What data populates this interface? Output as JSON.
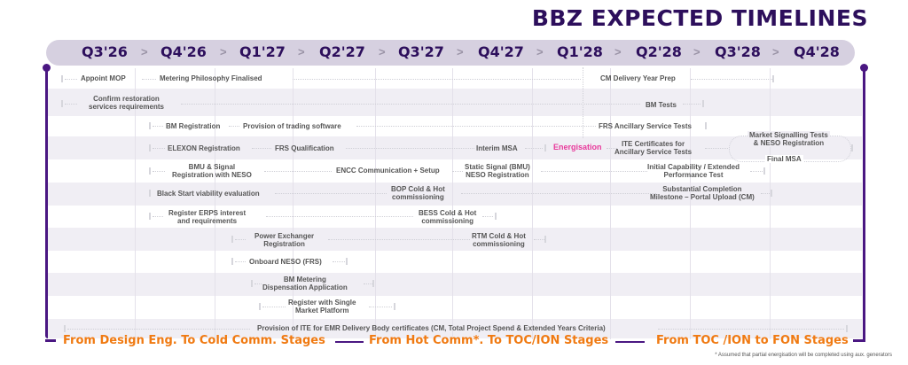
{
  "title": "BBZ EXPECTED TIMELINES",
  "quarters": [
    "Q3'26",
    "Q4'26",
    "Q1'27",
    "Q2'27",
    "Q3'27",
    "Q4'27",
    "Q1'28",
    "Q2'28",
    "Q3'28",
    "Q4'28"
  ],
  "tasks": {
    "appoint_mop": "Appoint MOP",
    "metering_philosophy": "Metering Philosophy Finalised",
    "cm_delivery": "CM Delivery Year Prep",
    "confirm_restoration_1": "Confirm restoration",
    "confirm_restoration_2": "services requirements",
    "bm_tests": "BM Tests",
    "bm_registration": "BM Registration",
    "trading_software": "Provision of trading software",
    "frs_ancillary": "FRS Ancillary Service Tests",
    "elexon": "ELEXON Registration",
    "frs_qualification": "FRS Qualification",
    "interim_msa": "Interim MSA",
    "energisation": "Energisation",
    "ite_cert_1": "ITE Certificates for",
    "ite_cert_2": "Ancillary Service Tests",
    "market_signalling_1": "Market Signalling Tests",
    "market_signalling_2": "& NESO Registration",
    "final_msa": "Final MSA",
    "bmu_signal_1": "BMU & Signal",
    "bmu_signal_2": "Registration with NESO",
    "encc": "ENCC Communication + Setup",
    "static_signal_1": "Static Signal (BMU)",
    "static_signal_2": "NESO Registration",
    "initial_capability_1": "Initial Capability / Extended",
    "initial_capability_2": "Performance Test",
    "black_start": "Black Start viability evaluation",
    "bop_1": "BOP Cold & Hot",
    "bop_2": "commissioning",
    "substantial_1": "Substantial Completion",
    "substantial_2": "Milestone – Portal Upload (CM)",
    "erps_1": "Register ERPS interest",
    "erps_2": "and requirements",
    "bess_1": "BESS Cold & Hot",
    "bess_2": "commissioning",
    "power_exchanger_1": "Power Exchanger",
    "power_exchanger_2": "Registration",
    "rtm_1": "RTM Cold & Hot",
    "rtm_2": "commissioning",
    "onboard_neso": "Onboard NESO (FRS)",
    "bm_metering_1": "BM Metering",
    "bm_metering_2": "Dispensation Application",
    "single_market_1": "Register with Single",
    "single_market_2": "Market Platform",
    "provision_ite": "Provision of ITE for EMR Delivery Body certificates (CM, Total Project Spend & Extended Years Criteria)"
  },
  "stages": [
    "From Design Eng. To Cold Comm. Stages",
    "From Hot Comm*. To TOC/ION Stages",
    "From TOC /ION to FON Stages"
  ],
  "footnote": "* Assumed that partial energisation will be completed using aux. generators",
  "colors": {
    "primary": "#2d0f5c",
    "rail": "#4a1782",
    "accent": "#f07a12",
    "highlight": "#e8399b",
    "band": "#d6d0e0"
  },
  "chart_data": {
    "type": "table",
    "title": "BBZ EXPECTED TIMELINES",
    "columns": [
      "Q3'26",
      "Q4'26",
      "Q1'27",
      "Q2'27",
      "Q3'27",
      "Q4'27",
      "Q1'28",
      "Q2'28",
      "Q3'28",
      "Q4'28"
    ],
    "rows": [
      {
        "tasks": [
          "Appoint MOP",
          "Metering Philosophy Finalised",
          "CM Delivery Year Prep"
        ],
        "start": "Q3'26",
        "end": "Q3'28"
      },
      {
        "tasks": [
          "Confirm restoration services requirements",
          "BM Tests"
        ],
        "start": "Q3'26",
        "end": "Q3'28"
      },
      {
        "tasks": [
          "BM Registration",
          "Provision of trading software",
          "FRS Ancillary Service Tests"
        ],
        "start": "Q4'26",
        "end": "Q2'28"
      },
      {
        "tasks": [
          "ELEXON Registration",
          "FRS Qualification",
          "Interim MSA",
          "Energisation",
          "ITE Certificates for Ancillary Service Tests",
          "Market Signalling Tests & NESO Registration",
          "Final MSA"
        ],
        "start": "Q4'26",
        "end": "Q4'28"
      },
      {
        "tasks": [
          "BMU & Signal Registration with NESO",
          "ENCC Communication + Setup",
          "Static Signal (BMU) NESO Registration",
          "Initial Capability / Extended Performance Test"
        ],
        "start": "Q4'26",
        "end": "Q3'28"
      },
      {
        "tasks": [
          "Black Start viability evaluation",
          "BOP Cold & Hot commissioning",
          "Substantial Completion Milestone – Portal Upload (CM)"
        ],
        "start": "Q4'26",
        "end": "Q3'28"
      },
      {
        "tasks": [
          "Register ERPS interest and requirements",
          "BESS Cold & Hot commissioning"
        ],
        "start": "Q4'26",
        "end": "Q3'27"
      },
      {
        "tasks": [
          "Power Exchanger Registration",
          "RTM Cold & Hot commissioning"
        ],
        "start": "Q1'27",
        "end": "Q4'27"
      },
      {
        "tasks": [
          "Onboard NESO (FRS)"
        ],
        "start": "Q1'27",
        "end": "Q2'27"
      },
      {
        "tasks": [
          "BM Metering Dispensation Application"
        ],
        "start": "Q1'27",
        "end": "Q2'27"
      },
      {
        "tasks": [
          "Register with Single Market Platform"
        ],
        "start": "Q1'27",
        "end": "Q2'27"
      },
      {
        "tasks": [
          "Provision of ITE for EMR Delivery Body certificates (CM, Total Project Spend & Extended Years Criteria)"
        ],
        "start": "Q3'26",
        "end": "Q4'28"
      }
    ],
    "stages": [
      "From Design Eng. To Cold Comm. Stages",
      "From Hot Comm*. To TOC/ION Stages",
      "From TOC /ION to FON Stages"
    ]
  }
}
